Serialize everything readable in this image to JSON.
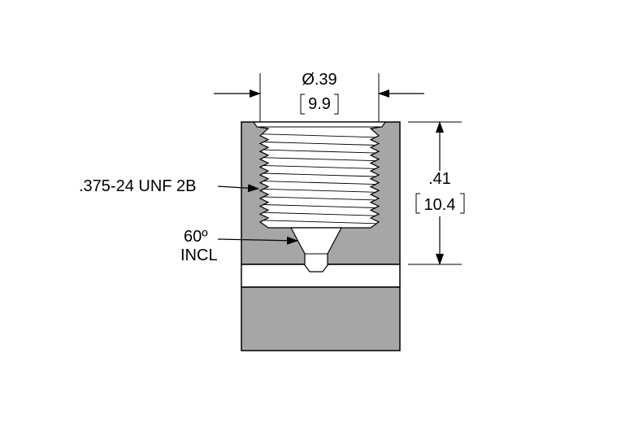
{
  "diameter": {
    "imperial": "Ø.39",
    "metric": "9.9"
  },
  "depth": {
    "imperial": ".41",
    "metric": "10.4"
  },
  "thread_callout": ".375-24 UNF 2B",
  "angle_callout": {
    "line1": "60º",
    "line2": "INCL"
  },
  "colors": {
    "body": "#a6a6a6",
    "outline": "#000000",
    "bore": "#ffffff"
  }
}
